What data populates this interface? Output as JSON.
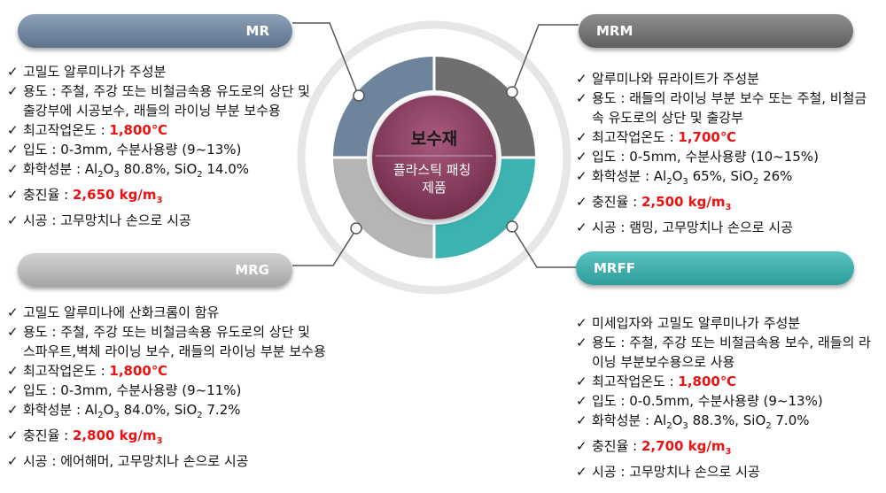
{
  "center": {
    "title": "보수재",
    "subtitle": "플라스틱 패칭\n제품"
  },
  "colors": {
    "mr": "#6d849c",
    "mrm": "#6f6f6f",
    "mrg": "#b5b5b5",
    "mrff": "#3cb3b1",
    "center": "#8c3d5f",
    "highlight": "#ee1111"
  },
  "products": {
    "mr": {
      "name": "MR",
      "lines": {
        "l1": "고밀도 알루미나가 주성분",
        "l2": "용도 : 주철, 주강 또는 비철금속용 유도로의 상단 및 출강부에 시공보수, 래들의 라이닝 부분 보수용",
        "l3": "최고작업온도 : ",
        "l3v": "1,800℃",
        "l4": "입도 : 0-3mm, 수분사용량 (9~13%)",
        "l5a": "화학성분 : Al",
        "l5b": "2",
        "l5c": "O",
        "l5d": "3",
        "l5e": " 80.8%, SiO",
        "l5f": "2",
        "l5g": " 14.0%",
        "l6": "충진율 : ",
        "l6v": "2,650 kg/m",
        "l6s": "3",
        "l7": "시공 : 고무망치나 손으로 시공"
      }
    },
    "mrm": {
      "name": "MRM",
      "lines": {
        "l1": "알루미나와 뮤라이트가 주성분",
        "l2": "용도 : 래들의 라이닝 부분 보수 또는 주철, 비철금속 유도로의 상단 및 출강부",
        "l3": "최고작업온도 : ",
        "l3v": "1,700℃",
        "l4": "입도 : 0-5mm, 수분사용량 (10~15%)",
        "l5a": "화학성분 : Al",
        "l5b": "2",
        "l5c": "O",
        "l5d": "3",
        "l5e": " 65%, SiO",
        "l5f": "2",
        "l5g": " 26%",
        "l6": "충진율 : ",
        "l6v": "2,500 kg/m",
        "l6s": "3",
        "l7": "시공 : 램밍, 고무망치나 손으로 시공"
      }
    },
    "mrg": {
      "name": "MRG",
      "lines": {
        "l1": "고밀도 알루미나에 산화크롬이 함유",
        "l2": "용도 : 주철, 주강 또는 비철금속용 유도로의 상단 및 스파우트,벽체 라이닝 보수, 래들의 라이닝 부분 보수용",
        "l3": "최고작업온도 : ",
        "l3v": "1,800℃",
        "l4": "입도 : 0-3mm, 수분사용량 (9~11%)",
        "l5a": "화학성분 : Al",
        "l5b": "2",
        "l5c": "O",
        "l5d": "3",
        "l5e": " 84.0%, SiO",
        "l5f": "2",
        "l5g": " 7.2%",
        "l6": "충진율 : ",
        "l6v": "2,800 kg/m",
        "l6s": "3",
        "l7": "시공 : 에어해머, 고무망치나 손으로 시공"
      }
    },
    "mrff": {
      "name": "MRFF",
      "lines": {
        "l1": "미세입자와 고밀도 알루미나가 주성분",
        "l2": "용도 : 주철, 주강 또는 비철금속용 보수, 래들의 라이닝 부분보수용으로 사용",
        "l3": "최고작업온도 : ",
        "l3v": "1,800℃",
        "l4": "입도 : 0-0.5mm, 수분사용량 (9~13%)",
        "l5a": "화학성분 : Al",
        "l5b": "2",
        "l5c": "O",
        "l5d": "3",
        "l5e": " 88.3%, SiO",
        "l5f": "2",
        "l5g": " 7.0%",
        "l6": "충진율 : ",
        "l6v": "2,700 kg/m",
        "l6s": "3",
        "l7": "시공 : 고무망치나 손으로 시공"
      }
    }
  }
}
